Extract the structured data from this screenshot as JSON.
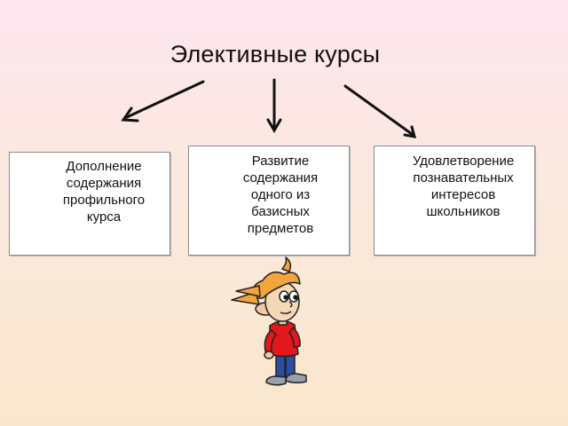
{
  "title": "Элективные курсы",
  "boxes": {
    "left": "Дополнение\nсодержания\nпрофильного\nкурса",
    "middle": "Развитие\nсодержания\nодного из\nбазисных\nпредметов",
    "right": "Удовлетворение\nпознавательных\nинтересов\nшкольников"
  },
  "illustration": "thinking-boy-cartoon"
}
